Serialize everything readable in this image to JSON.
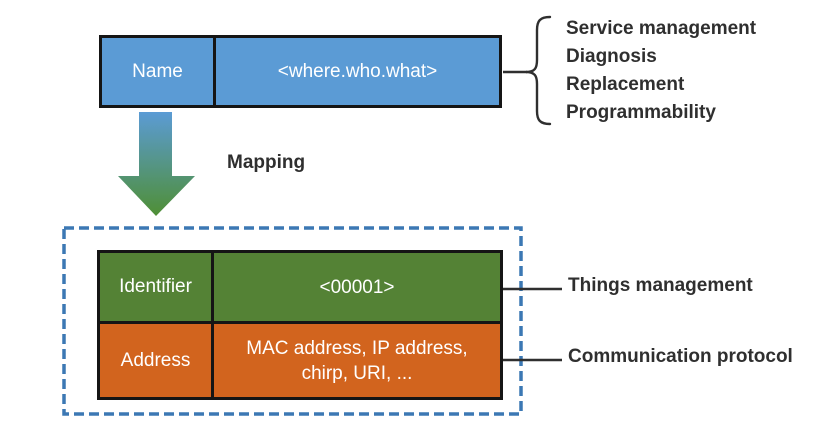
{
  "name_table": {
    "key": "Name",
    "value": "<where.who.what>"
  },
  "name_annotations": [
    "Service management",
    "Diagnosis",
    "Replacement",
    "Programmability"
  ],
  "mapping_label": "Mapping",
  "identifier_row": {
    "key": "Identifier",
    "value": "<00001>"
  },
  "address_row": {
    "key": "Address",
    "value_lines": [
      "MAC address, IP address,",
      "chirp, URI, ..."
    ]
  },
  "identifier_annotation": "Things management",
  "address_annotation": "Communication protocol",
  "icons": {
    "arrow": "down-arrow",
    "brace": "curly-brace"
  },
  "colors": {
    "blue": "#5b9bd5",
    "green": "#548235",
    "orange": "#d2641e",
    "dashed_border": "#3c78b4",
    "line": "#2f2f2f",
    "arrow_top": "#5b9bd5",
    "arrow_bottom": "#4f8f35",
    "table_border": "#151515",
    "cell_text": "#ffffff"
  }
}
